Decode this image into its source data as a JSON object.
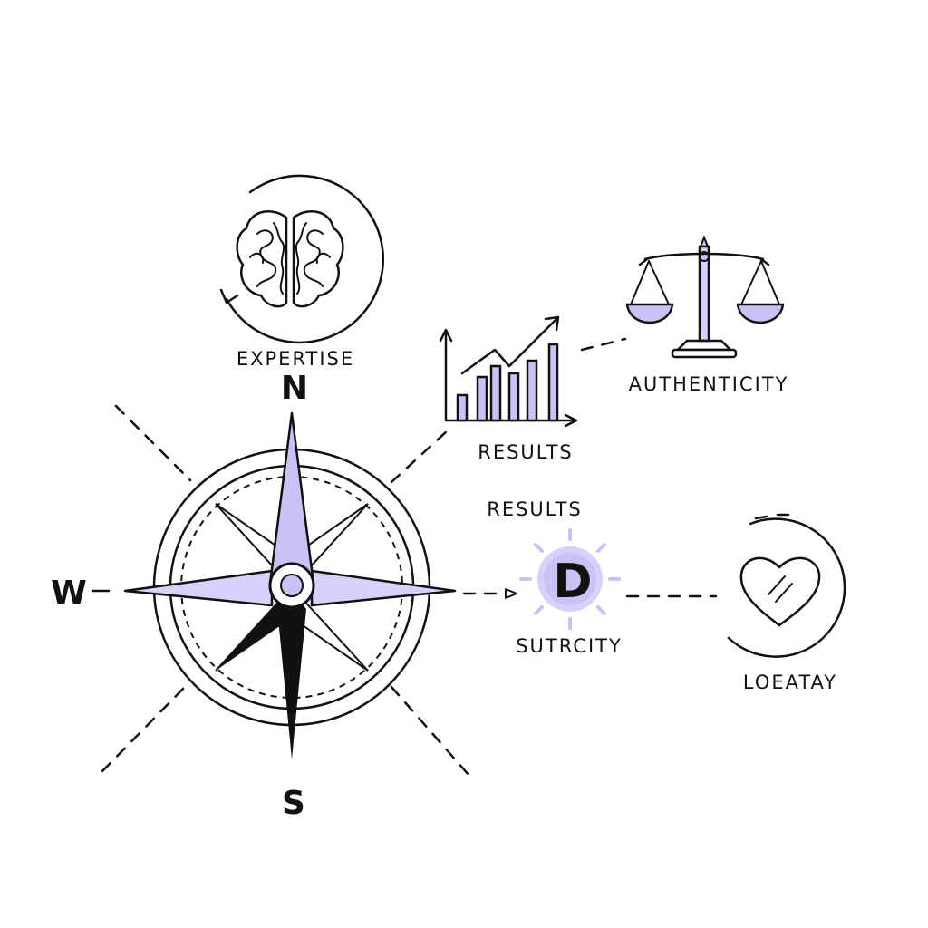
{
  "colors": {
    "ink": "#111111",
    "accent": "#c9c2f5",
    "accent_soft": "#ddd8fb",
    "background": "#ffffff"
  },
  "compass": {
    "north": "N",
    "west": "W",
    "south": "S"
  },
  "nodes": {
    "expertise": {
      "label": "EXPERTISE",
      "icon": "brain-icon"
    },
    "results_chart": {
      "label": "RESULTS",
      "icon": "bar-chart-icon"
    },
    "authenticity": {
      "label": "AUTHENTICITY",
      "icon": "scales-icon"
    },
    "results_center": {
      "label": "RESULTS",
      "icon": "sun-badge-icon",
      "glyph": "D"
    },
    "sutrcity": {
      "label": "SUTRCITY"
    },
    "loeatay": {
      "label": "LOEATAY",
      "icon": "heart-icon"
    }
  }
}
